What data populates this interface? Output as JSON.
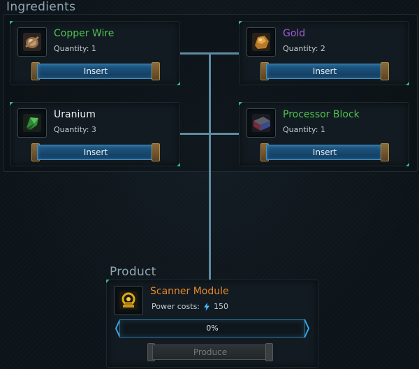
{
  "ingredients_section": {
    "title": "Ingredients",
    "items": [
      {
        "name": "Copper Wire",
        "name_color": "#4fc24f",
        "quantity": "Quantity: 1",
        "button": "Insert",
        "icon": "copper-wire-icon"
      },
      {
        "name": "Gold",
        "name_color": "#a35ad6",
        "quantity": "Quantity: 2",
        "button": "Insert",
        "icon": "gold-ore-icon"
      },
      {
        "name": "Uranium",
        "name_color": "#e8eef0",
        "quantity": "Quantity: 3",
        "button": "Insert",
        "icon": "uranium-crystal-icon"
      },
      {
        "name": "Processor Block",
        "name_color": "#4fc24f",
        "quantity": "Quantity: 1",
        "button": "Insert",
        "icon": "processor-block-icon"
      }
    ]
  },
  "product_section": {
    "title": "Product",
    "name": "Scanner Module",
    "name_color": "#e8862a",
    "power_label": "Power costs:",
    "power_value": "150",
    "power_icon": "lightning-icon",
    "progress_text": "0%",
    "progress_fraction": 0,
    "produce_button": "Produce",
    "icon": "scanner-module-icon"
  },
  "colors": {
    "accent_teal": "#2fb48f",
    "button_blue": "#1f5a86",
    "connector": "#5e8ca3"
  }
}
